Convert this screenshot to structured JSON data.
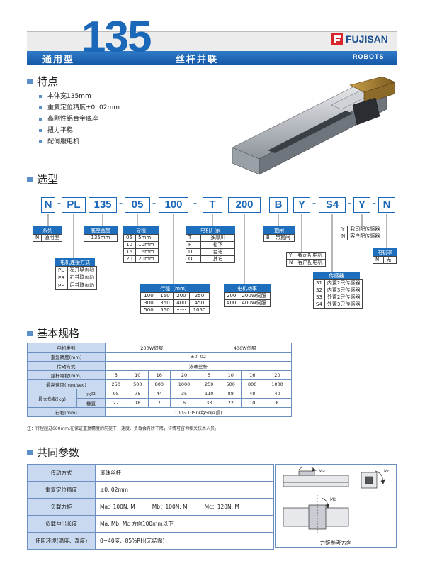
{
  "header": {
    "left": "通用型",
    "number": "135",
    "right": "丝杆并联",
    "brand": "FUJISAN",
    "brand_sub": "ROBOTS",
    "colors": {
      "primary": "#1b67b8",
      "band": "#ececec"
    }
  },
  "features": {
    "title": "特点",
    "items": [
      "本体宽135mm",
      "重复定位精度±0. 02mm",
      "高刚性铝合金底座",
      "扭力平稳",
      "配伺服电机"
    ]
  },
  "selection": {
    "title": "选型",
    "codes": [
      "N",
      "PL",
      "135",
      "05",
      "100",
      "T",
      "200",
      "B",
      "Y",
      "S4",
      "Y",
      "N"
    ],
    "dash": "-",
    "series": {
      "title": "系列",
      "rows": [
        [
          "N",
          "通用型"
        ]
      ]
    },
    "width": {
      "title": "底座宽度",
      "rows": [
        [
          "135mm"
        ]
      ]
    },
    "lead": {
      "title": "导程",
      "rows": [
        [
          "05",
          "5mm"
        ],
        [
          "10",
          "10mm"
        ],
        [
          "16",
          "16mm"
        ],
        [
          "20",
          "20mm"
        ]
      ]
    },
    "motor_maker": {
      "title": "电机厂家",
      "rows": [
        [
          "T",
          "多摩川"
        ],
        [
          "P",
          "松下"
        ],
        [
          "D",
          "台达"
        ],
        [
          "Q",
          "其它"
        ]
      ]
    },
    "brake": {
      "title": "抱闸",
      "rows": [
        [
          "B",
          "带抱闸"
        ]
      ]
    },
    "sensor_choice": {
      "rows": [
        [
          "Y",
          "我司配传感器"
        ],
        [
          "N",
          "客户配传感器"
        ]
      ]
    },
    "motor_cover": {
      "title": "电机罩",
      "rows": [
        [
          "N",
          "无"
        ]
      ]
    },
    "connection": {
      "title": "电机连接方式",
      "rows": [
        [
          "PL",
          "左并联",
          "(标配)"
        ],
        [
          "PR",
          "右并联",
          "(标配)"
        ],
        [
          "PH",
          "后并联",
          "(标配)"
        ]
      ]
    },
    "motor_choice": {
      "rows": [
        [
          "Y",
          "我司配电机"
        ],
        [
          "N",
          "客户配电机"
        ]
      ]
    },
    "stroke": {
      "title": "行程（mm）",
      "rows": [
        [
          "100",
          "150",
          "200",
          "250"
        ],
        [
          "300",
          "350",
          "400",
          "450"
        ],
        [
          "500",
          "550",
          "······",
          "1050"
        ]
      ]
    },
    "power": {
      "title": "电机功率",
      "rows": [
        [
          "200",
          "200W伺服"
        ],
        [
          "400",
          "400W伺服"
        ]
      ]
    },
    "sensor": {
      "title": "传感器",
      "rows": [
        [
          "S1",
          "内置2只传感器"
        ],
        [
          "S2",
          "内置3只传感器"
        ],
        [
          "S3",
          "外置2只传感器"
        ],
        [
          "S4",
          "外置3只传感器"
        ]
      ]
    }
  },
  "spec": {
    "title": "基本规格",
    "rows": {
      "motor_type": {
        "label": "电机类别",
        "v1": "200W伺服",
        "v2": "400W伺服"
      },
      "repeat": {
        "label": "重复精度(mm)",
        "value": "±0. 02"
      },
      "drive": {
        "label": "传动方式",
        "value": "滚珠丝杆"
      },
      "lead": {
        "label": "丝杆导程(mm)",
        "values": [
          "5",
          "10",
          "16",
          "20",
          "5",
          "10",
          "16",
          "20"
        ]
      },
      "speed": {
        "label": "最高速度(mm/sec)",
        "values": [
          "250",
          "500",
          "800",
          "1000",
          "250",
          "500",
          "800",
          "1000"
        ]
      },
      "load": {
        "label": "最大负载(kg)",
        "h_label": "水平",
        "h": [
          "95",
          "75",
          "44",
          "35",
          "110",
          "88",
          "48",
          "40"
        ],
        "v_label": "垂直",
        "v": [
          "27",
          "18",
          "7",
          "6",
          "33",
          "22",
          "10",
          "8"
        ]
      },
      "stroke": {
        "label": "行程(mm)",
        "value": "100~1050(每50间隔)"
      }
    },
    "note": "注：行程超过600mm,在保证重复精度的前提下，速度、负载会有所下降，详情可咨询相关技术人员。"
  },
  "common": {
    "title": "共同参数",
    "rows": [
      {
        "label": "传动方式",
        "value": "滚珠丝杆"
      },
      {
        "label": "重复定位精度",
        "value": "±0. 02mm"
      },
      {
        "label": "负载力矩",
        "ma": "Ma：100N. M",
        "mb": "Mb：100N. M",
        "mc": "Mc：120N. M"
      },
      {
        "label": "负载伸出长度",
        "value": "Ma. Mb. Mc 方向100mm以下"
      },
      {
        "label": "使用环境(温度、湿度)",
        "value": "0~40度、85%RH(无结露)"
      }
    ],
    "figure_caption": "力矩参考方向",
    "fig_labels": {
      "ma": "Ma",
      "mb": "Mb",
      "mc": "Mc"
    }
  }
}
